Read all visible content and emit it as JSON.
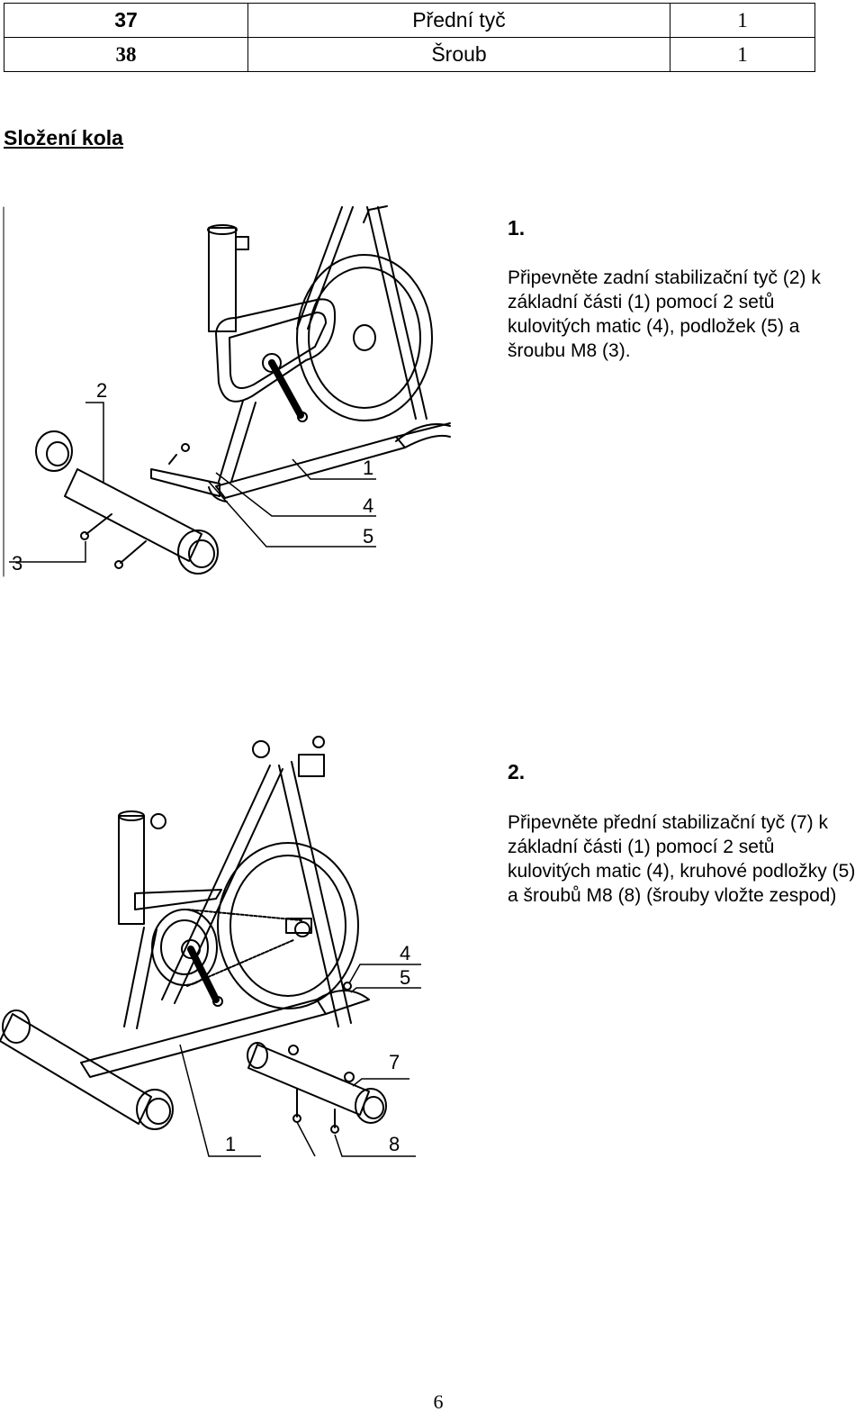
{
  "parts_table": {
    "rows": [
      {
        "num": "37",
        "name": "Přední tyč",
        "qty": "1"
      },
      {
        "num": "38",
        "name": "Šroub",
        "qty": "1"
      }
    ]
  },
  "section_title": "Složení kola",
  "steps": [
    {
      "number": "1.",
      "text": "Připevněte zadní stabilizační tyč (2) k základní části (1) pomocí 2 setů kulovitých matic (4), podložek (5) a šroubu M8 (3).",
      "labels": {
        "l2": "2",
        "l1": "1",
        "l4": "4",
        "l5": "5",
        "l3": "3"
      }
    },
    {
      "number": "2.",
      "text": "Připevněte přední stabilizační tyč (7) k základní části (1) pomocí 2 setů kulovitých matic (4), kruhové podložky (5) a šroubů M8 (8) (šrouby vložte zespod)",
      "labels": {
        "l4": "4",
        "l5": "5",
        "l7": "7",
        "l1": "1",
        "l8": "8"
      }
    }
  ],
  "page_number": "6"
}
